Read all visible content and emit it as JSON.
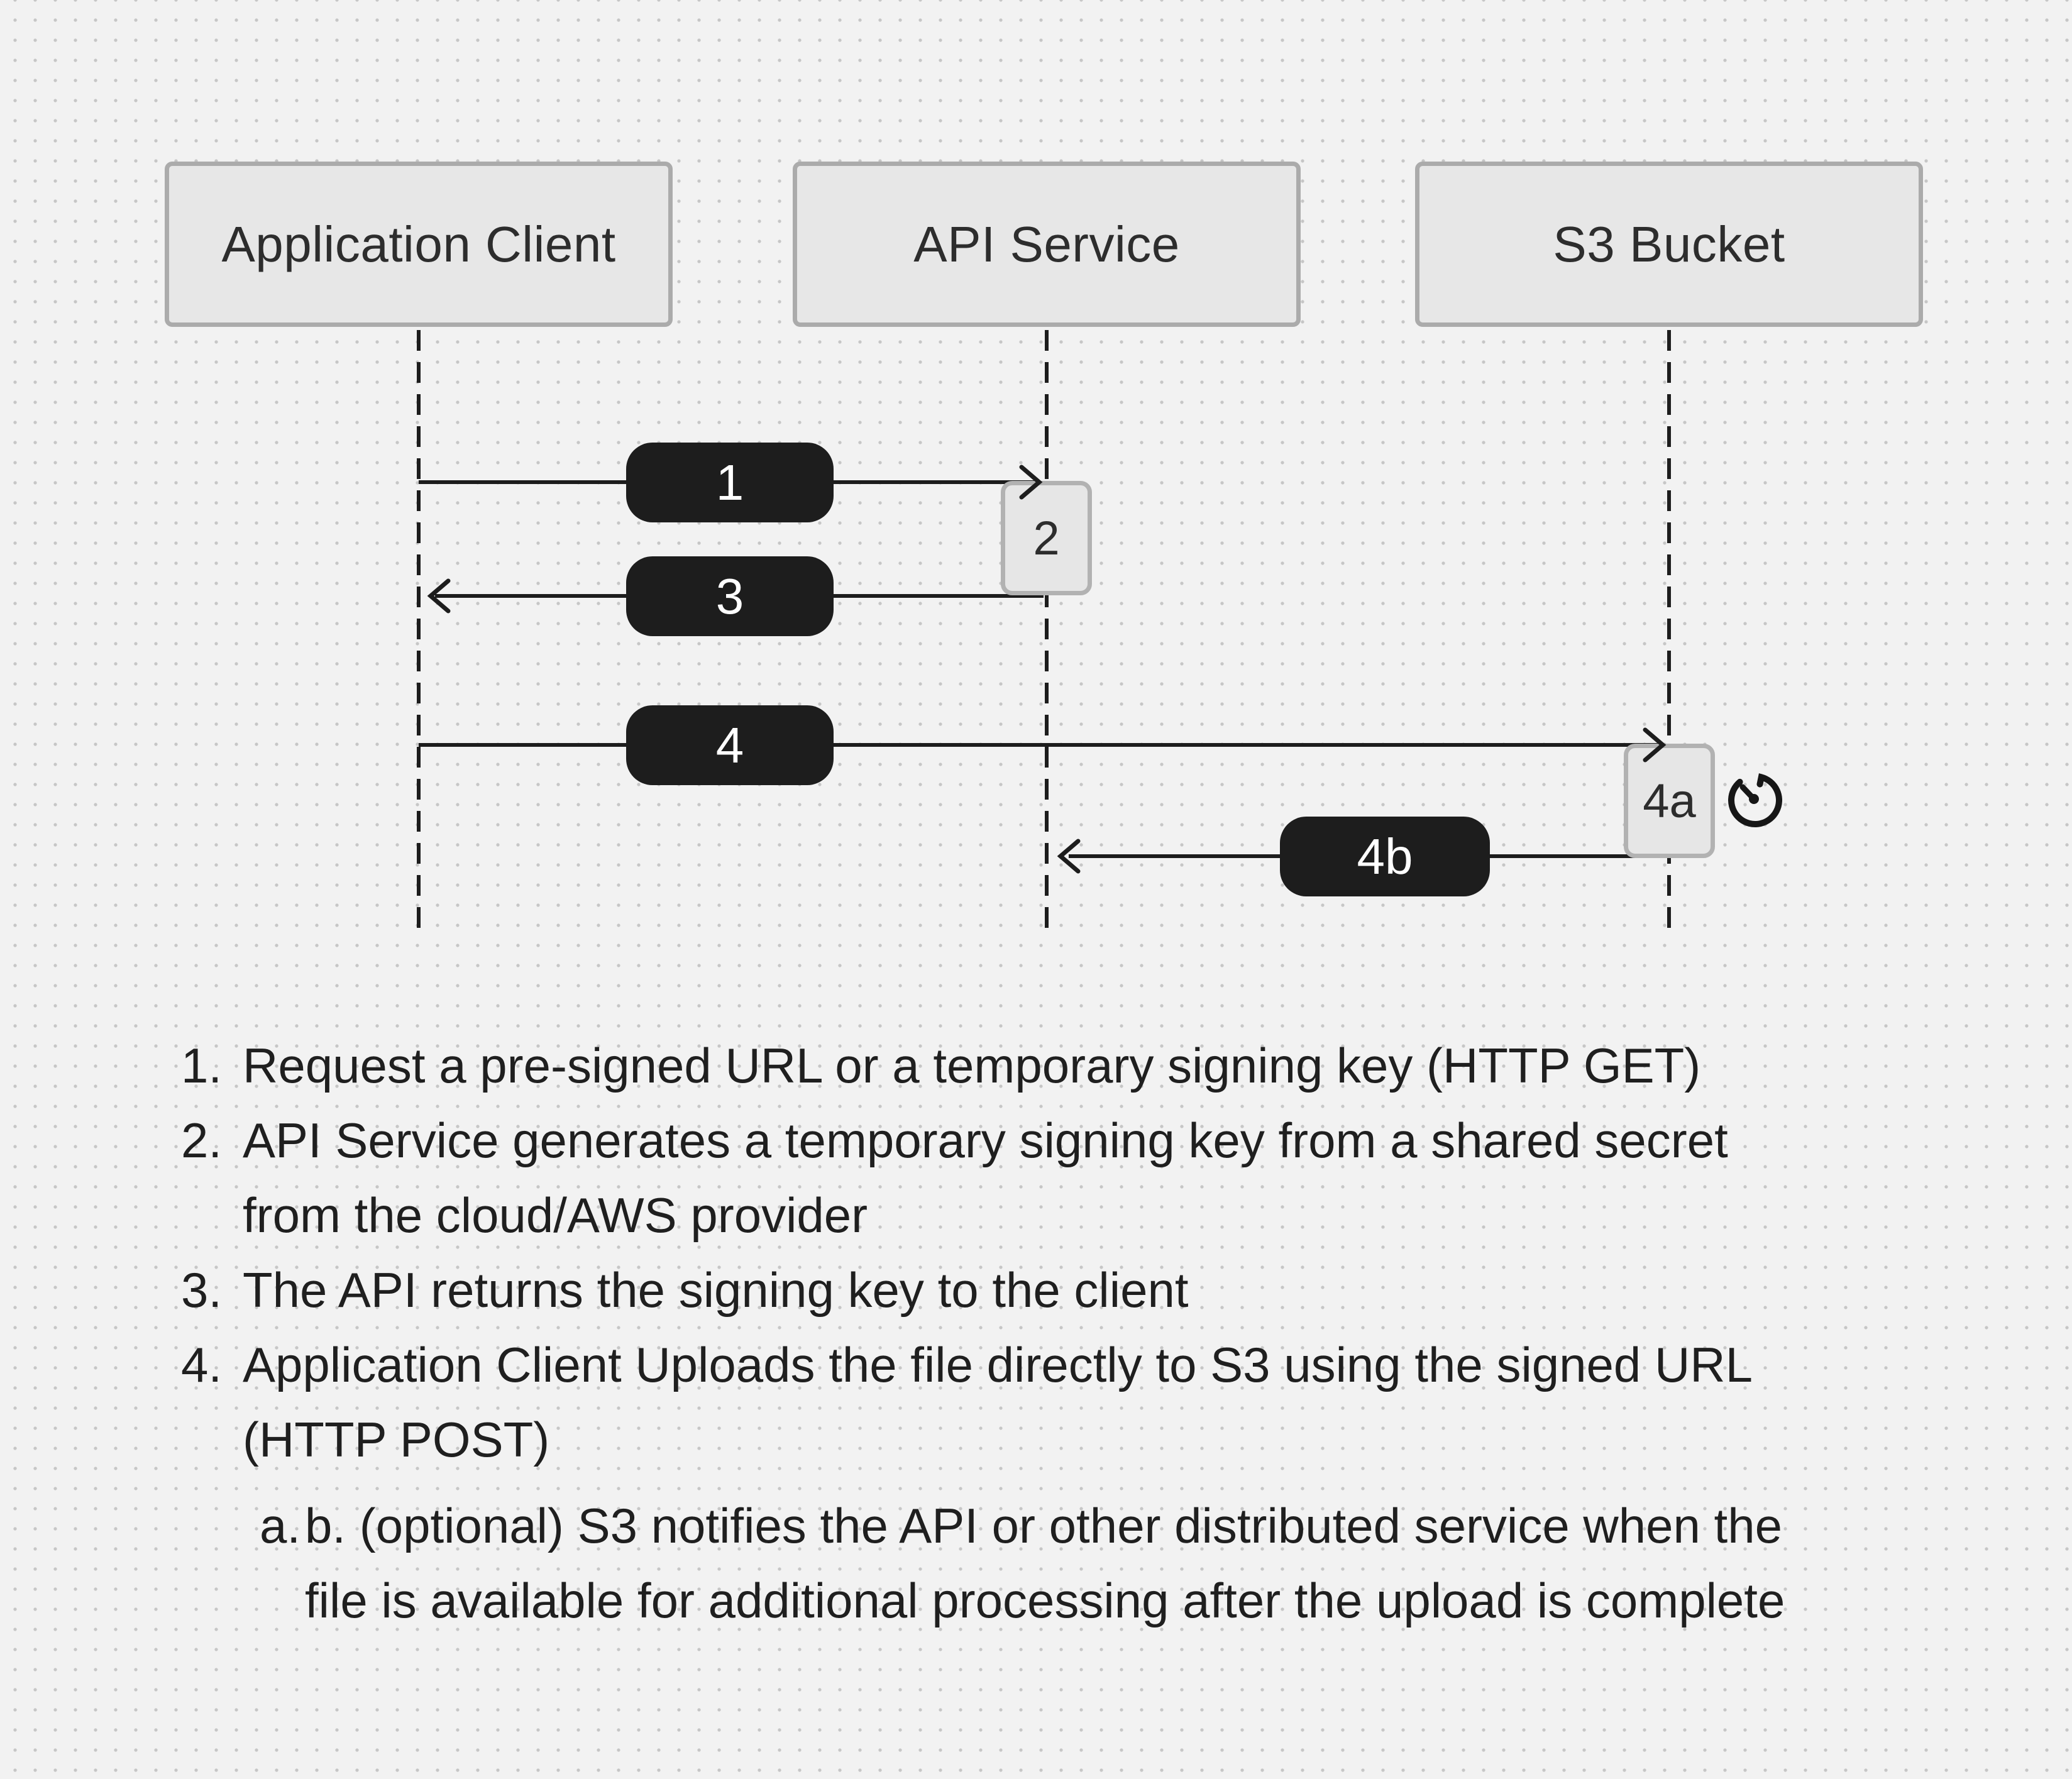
{
  "palette": {
    "background": "#f2f2f2",
    "dot": "#c6c6c6",
    "actor_fill": "#e7e7e7",
    "actor_border": "#ababab",
    "activation_fill": "#e6e6e6",
    "activation_border": "#b2b2b2",
    "pill_fill": "#1d1d1d",
    "pill_text": "#ffffff",
    "line": "#1d1d1d",
    "text": "#2d2d2d"
  },
  "actors": [
    {
      "label": "Application Client"
    },
    {
      "label": "API Service"
    },
    {
      "label": "S3 Bucket"
    }
  ],
  "pills": {
    "p1": "1",
    "p3": "3",
    "p4": "4",
    "p4b": "4b"
  },
  "activations": {
    "a2": "2",
    "a4a": "4a"
  },
  "icons": {
    "timer": "timer-clock-icon"
  },
  "steps": [
    {
      "marker": "1.",
      "lines": [
        "Request a pre-signed URL or a temporary signing key (HTTP GET)"
      ]
    },
    {
      "marker": "2.",
      "lines": [
        "API Service generates a temporary signing key from a shared secret",
        "from the cloud/AWS provider"
      ]
    },
    {
      "marker": "3.",
      "lines": [
        "The API returns the signing key to the client"
      ]
    },
    {
      "marker": "4.",
      "lines": [
        "Application Client Uploads the file directly to S3 using the signed URL",
        "(HTTP POST)"
      ],
      "sub": [
        {
          "marker": "a.",
          "lines": [
            "b. (optional) S3 notifies the API or other distributed service when the",
            "file is available for additional processing after the upload is complete"
          ]
        }
      ]
    }
  ]
}
